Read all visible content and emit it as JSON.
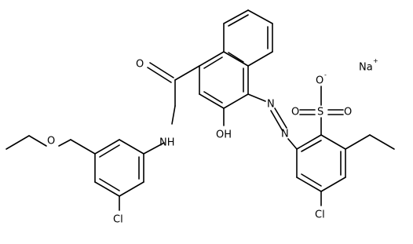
{
  "structure": {
    "atom_labels": {
      "sodium": "Na",
      "sodium_charge": "+",
      "sulfonate_oxygen": "O",
      "sulfonate_charge": "-",
      "sulfur": "S",
      "sulfonyl_oxygen_left": "O",
      "sulfonyl_oxygen_right": "O",
      "carbonyl_oxygen": "O",
      "amide_nh": "NH",
      "hydroxyl": "OH",
      "ether_oxygen": "O",
      "chloro_left": "Cl",
      "chloro_right": "Cl",
      "azo_n1": "N",
      "azo_n2": "N"
    },
    "colors": {
      "bond": "#000000",
      "label": "#000000",
      "background": "#ffffff"
    }
  }
}
